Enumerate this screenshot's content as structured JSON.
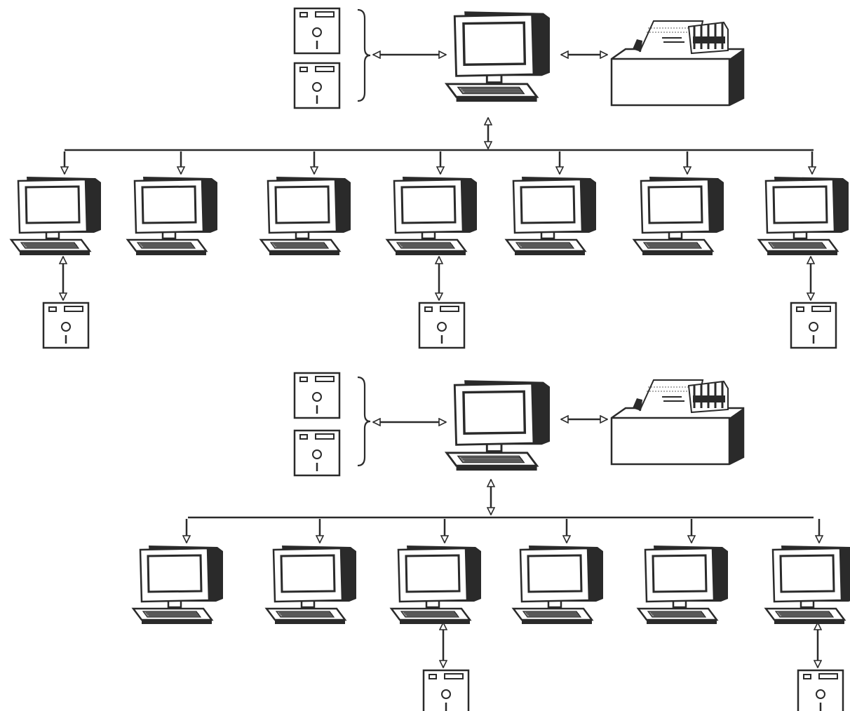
{
  "diagram": {
    "type": "network-diagram",
    "colors": {
      "ink": "#2a2a2a",
      "screen": "#ffffff",
      "body": "#2a2a2a",
      "paper": "#ffffff"
    },
    "networks": [
      {
        "name": "network-top",
        "server": {
          "icon": "computer-terminal-icon",
          "storage": [
            "floppy-disk-icon",
            "floppy-disk-icon"
          ],
          "peripheral": "printer-icon"
        },
        "terminals": [
          {
            "icon": "computer-terminal-icon",
            "has_disk": true
          },
          {
            "icon": "computer-terminal-icon",
            "has_disk": false
          },
          {
            "icon": "computer-terminal-icon",
            "has_disk": false
          },
          {
            "icon": "computer-terminal-icon",
            "has_disk": true
          },
          {
            "icon": "computer-terminal-icon",
            "has_disk": false
          },
          {
            "icon": "computer-terminal-icon",
            "has_disk": false
          },
          {
            "icon": "computer-terminal-icon",
            "has_disk": true
          }
        ]
      },
      {
        "name": "network-bottom",
        "server": {
          "icon": "computer-terminal-icon",
          "storage": [
            "floppy-disk-icon",
            "floppy-disk-icon"
          ],
          "peripheral": "printer-icon"
        },
        "terminals": [
          {
            "icon": "computer-terminal-icon",
            "has_disk": false
          },
          {
            "icon": "computer-terminal-icon",
            "has_disk": false
          },
          {
            "icon": "computer-terminal-icon",
            "has_disk": true
          },
          {
            "icon": "computer-terminal-icon",
            "has_disk": false
          },
          {
            "icon": "computer-terminal-icon",
            "has_disk": false
          },
          {
            "icon": "computer-terminal-icon",
            "has_disk": true
          }
        ]
      }
    ]
  }
}
